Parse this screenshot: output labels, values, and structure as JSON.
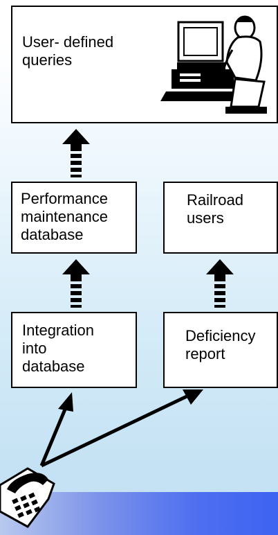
{
  "boxes": {
    "queries": {
      "label": "User- defined\nqueries",
      "icon": "computer-user-icon"
    },
    "performance": {
      "label": "Performance\nmaintenance\ndatabase"
    },
    "railroad": {
      "label": "Railroad\nusers"
    },
    "integration": {
      "label": "Integration\ninto\ndatabase"
    },
    "deficiency": {
      "label": "Deficiency\nreport"
    }
  },
  "source": {
    "icon": "telephone-icon"
  },
  "arrows": {
    "icon": "striped-up-arrow-icon",
    "color": "#000000"
  },
  "colors": {
    "band_start": "#b9c9ee",
    "band_end": "#3e63f2",
    "background": "#d6ecf8"
  }
}
